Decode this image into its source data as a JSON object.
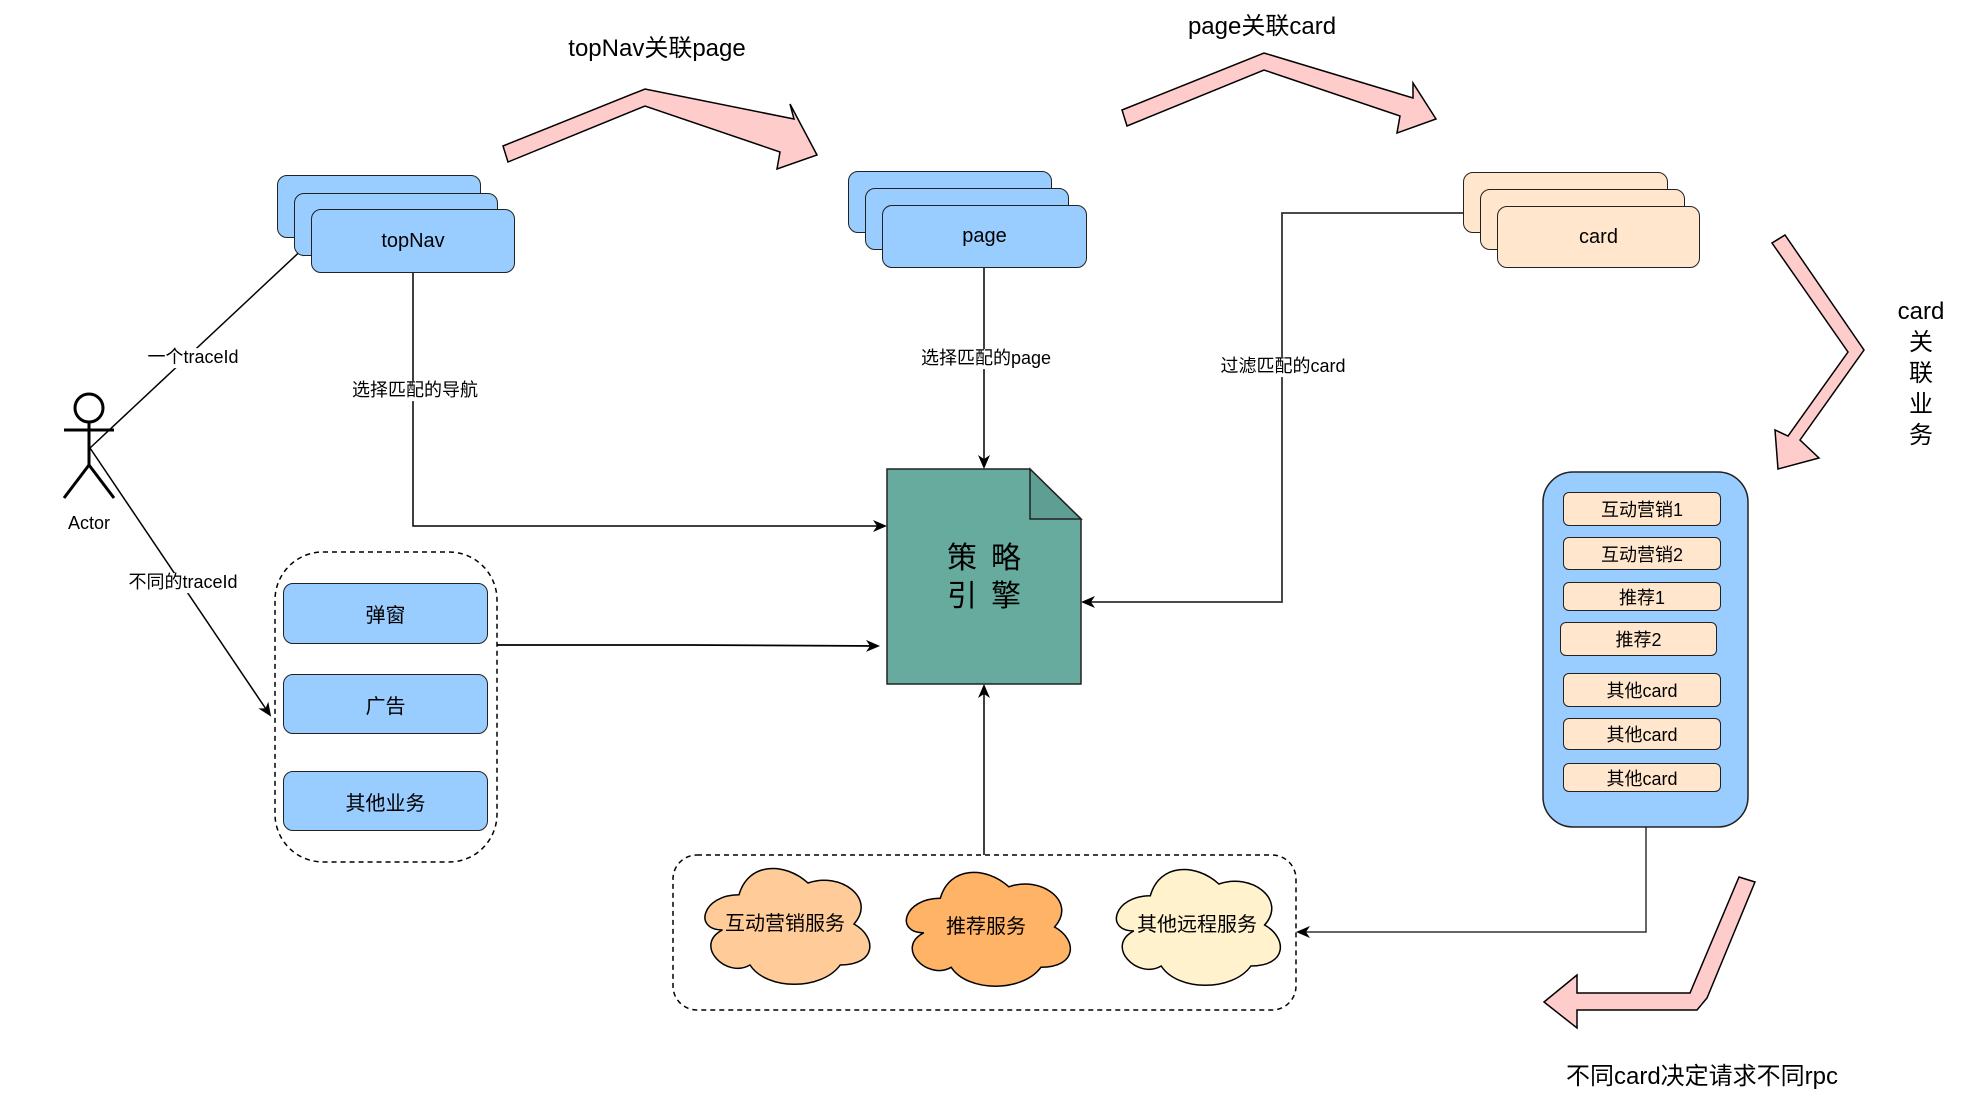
{
  "colors": {
    "blue_box": "#99CCFF",
    "peach_box": "#FFE6CC",
    "engine": "#67AB9F",
    "flow_arrow": "#FFCCCC",
    "cloud_marketing": "#FFCC99",
    "cloud_recommend": "#FFB366",
    "cloud_other": "#FFF2CC"
  },
  "actor": {
    "label": "Actor"
  },
  "edges": {
    "one_trace": "一个traceId",
    "diff_trace": "不同的traceId",
    "select_nav": "选择匹配的导航",
    "select_page": "选择匹配的page",
    "filter_card": "过滤匹配的card"
  },
  "stacks": {
    "topnav": "topNav",
    "page": "page",
    "card": "card"
  },
  "flow_labels": {
    "topnav_page": "topNav关联page",
    "page_card": "page关联card",
    "card_business": [
      "card",
      "关",
      "联",
      "业",
      "务"
    ],
    "card_rpc": "不同card决定请求不同rpc"
  },
  "left_group": {
    "items": [
      "弹窗",
      "广告",
      "其他业务"
    ]
  },
  "engine": {
    "line1": "策略",
    "line2": "引擎"
  },
  "business_list": {
    "items": [
      "互动营销1",
      "互动营销2",
      "推荐1",
      "推荐2",
      "其他card",
      "其他card",
      "其他card"
    ]
  },
  "services": {
    "items": [
      "互动营销服务",
      "推荐服务",
      "其他远程服务"
    ]
  }
}
